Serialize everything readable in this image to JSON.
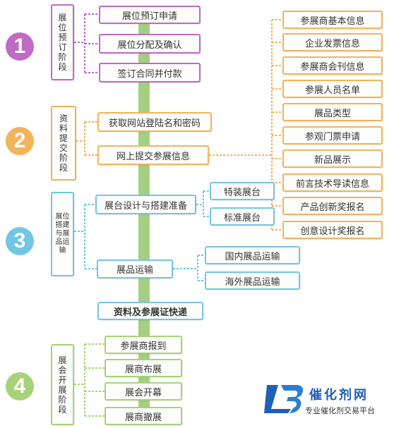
{
  "colors": {
    "purple": "#c06ac4",
    "orange": "#f2b35a",
    "blue": "#74c5e3",
    "green": "#a6d27a",
    "trunk": "#a4cf82"
  },
  "stages": [
    {
      "number": "1",
      "label": "展位预订阶段",
      "color": "#c06ac4"
    },
    {
      "number": "2",
      "label": "资料提交阶段",
      "color": "#f2b35a"
    },
    {
      "number": "3",
      "label": "展位搭建与展品运输",
      "color": "#74c5e3"
    },
    {
      "number": "4",
      "label": "展会开展阶段",
      "color": "#a6d27a"
    }
  ],
  "stage1_items": [
    "展位预订申请",
    "展位分配及确认",
    "签订合同并付款"
  ],
  "stage2_items": [
    "获取网站登陆名和密码",
    "网上提交参展信息"
  ],
  "submission_items": [
    "参展商基本信息",
    "企业发票信息",
    "参展商会刊信息",
    "参展人员名单",
    "展品类型",
    "参观门票申请",
    "新品展示",
    "前言技术导读信息",
    "产品创新奖报名",
    "创意设计奖报名"
  ],
  "stage3": {
    "booth_design": "展台设计与搭建准备",
    "booth_types": [
      "特装展台",
      "标准展台"
    ],
    "transport": "展品运输",
    "transport_types": [
      "国内展品运输",
      "海外展品运输"
    ],
    "courier": "资料及参展证快递"
  },
  "stage4_items": [
    "参展商报到",
    "展商布展",
    "展会开幕",
    "展商撤展"
  ],
  "logo": {
    "title": "催化剂网",
    "subtitle": "专业催化剂交易平台"
  }
}
